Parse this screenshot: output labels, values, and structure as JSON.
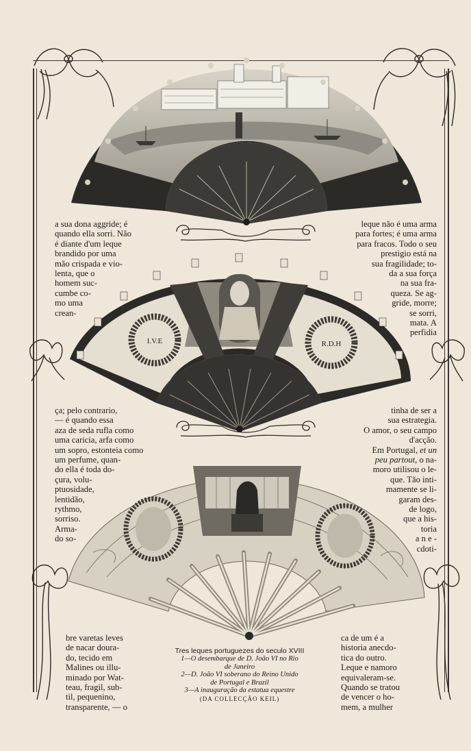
{
  "colors": {
    "paper": "#efe8da",
    "ink": "#1c1a17",
    "fan_dark": "#2b2a27",
    "fan_light": "#e3ddd0"
  },
  "text_blocks": {
    "b1_left": [
      "a sua dona aggride; é",
      "quando ella sorri. Não",
      "é diante d'um leque",
      "brandido por uma",
      "mão crispada e vio-",
      "lenta, que o",
      "homem suc-",
      "cumbe co-",
      "mo uma",
      "crean-"
    ],
    "b1_right": [
      "leque não é uma arma",
      "para fortes; é uma arma",
      "para fracos. Todo o seu",
      "prestigio está na",
      "sua fragilidade; to-",
      "da a sua força",
      "na sua fra-",
      "queza. Se ag-",
      "gride, morre;",
      "se sorri,",
      "mata. A",
      "perfidia"
    ],
    "b2_left": [
      "ça; pelo contrario,",
      "— é quando essa",
      "aza de seda rufla como",
      "uma caricia, arfa como",
      "um sopro, estonteia como",
      "um perfume, quan-",
      "do ella é toda do-",
      "çura, volu-",
      "ptuosidade,",
      "lentidão,",
      "rythmo,",
      "sorriso.",
      "Arma-",
      "do so-"
    ],
    "b2_right_1": [
      "tinha de ser a",
      "sua estrategia.",
      "O amor, o seu campo",
      "d'acção."
    ],
    "b2_right_2_a": "Em Portugal, ",
    "b2_right_2_b": "et un",
    "b2_right_3_a": "peu partout",
    "b2_right_3_b": ", o na-",
    "b2_right_rest": [
      "moro utilisou o le-",
      "que. Tão inti-",
      "mamente se li-",
      "garam des-",
      "de logo,",
      "que a his-",
      "toria",
      "a n e -",
      "cdoti-"
    ],
    "b3_left": [
      "bre varetas leves",
      "de nacar doura-",
      "do, tecido em",
      "Malines ou illu-",
      "minado por Wat-",
      "teau, fragil, sub-",
      "til, pequenino,",
      "transparente, — o"
    ],
    "b3_right": [
      "ca de um é a",
      "historia anecdo-",
      "tica do outro.",
      "Leque e namoro",
      "equivaleram-se.",
      "Quando se tratou",
      "de vencer o ho-",
      "mem, a mulher"
    ]
  },
  "caption": {
    "title": "Tres leques portuguezes do seculo XVIII",
    "lines": [
      "1—O desembarque de D. João VI no Rio",
      "de Janeiro",
      "2—D. João VI soberano do Reino Unido",
      "de Portugal e Brazil",
      "3—A inauguração da estatua equestre"
    ],
    "source": "(DA COLLECÇÃO KEIL)"
  },
  "fans": [
    {
      "subject": "O desembarque de D. João VI no Rio de Janeiro",
      "style": "dark"
    },
    {
      "subject": "D. João VI soberano do Reino Unido de Portugal e Brazil",
      "style": "medallions",
      "labels": [
        "I.V.E",
        "R.D.H"
      ]
    },
    {
      "subject": "A inauguração da estatua equestre",
      "style": "lace"
    }
  ]
}
